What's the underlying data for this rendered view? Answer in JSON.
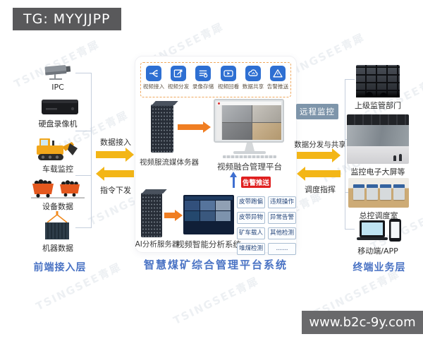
{
  "banners": {
    "top_left": "TG: MYYJJPP",
    "bottom_right": "www.b2c-9y.com"
  },
  "watermark": {
    "text": "TSINGSEE青犀"
  },
  "left_layer": {
    "title": "前端接入层",
    "items": [
      {
        "label": "IPC",
        "icon": "cctv-camera-icon"
      },
      {
        "label": "硬盘录像机",
        "icon": "dvr-box-icon"
      },
      {
        "label": "车载监控",
        "icon": "excavator-icon"
      },
      {
        "label": "设备数据",
        "icon": "mine-carts-icon"
      },
      {
        "label": "机器数据",
        "icon": "container-hook-icon"
      }
    ]
  },
  "left_arrows": {
    "top_label": "数据接入",
    "bottom_label": "指令下发"
  },
  "platform": {
    "title": "智慧煤矿综合管理平台系统",
    "capabilities": [
      {
        "label": "视频接入",
        "icon": "video-access-icon"
      },
      {
        "label": "视频分发",
        "icon": "video-distribute-icon"
      },
      {
        "label": "录像存储",
        "icon": "record-storage-icon"
      },
      {
        "label": "视频回看",
        "icon": "video-playback-icon"
      },
      {
        "label": "数据共享",
        "icon": "data-share-icon"
      },
      {
        "label": "告警推送",
        "icon": "alarm-push-icon"
      }
    ],
    "streaming_server_label": "视频服流媒体务器",
    "fusion_platform_label": "视频融合管理平台",
    "ai_server_label": "AI分析服务器",
    "analysis_system_label": "视频智能分析系统",
    "alarm_badge": "告警推送",
    "detections": [
      "皮带跑偏",
      "违规操作",
      "皮带异物",
      "异常告警",
      "矿车载人",
      "其他检测",
      "堆煤检测",
      "……"
    ]
  },
  "remote_badge": "远程监控",
  "right_arrows": {
    "top_label": "数据分发与共享",
    "bottom_label": "调度指挥"
  },
  "right_layer": {
    "title": "终端业务层",
    "items": [
      {
        "label": "上级监管部门"
      },
      {
        "label": "监控电子大屏等"
      },
      {
        "label": "总控调度室"
      },
      {
        "label": "移动端/APP"
      }
    ]
  }
}
